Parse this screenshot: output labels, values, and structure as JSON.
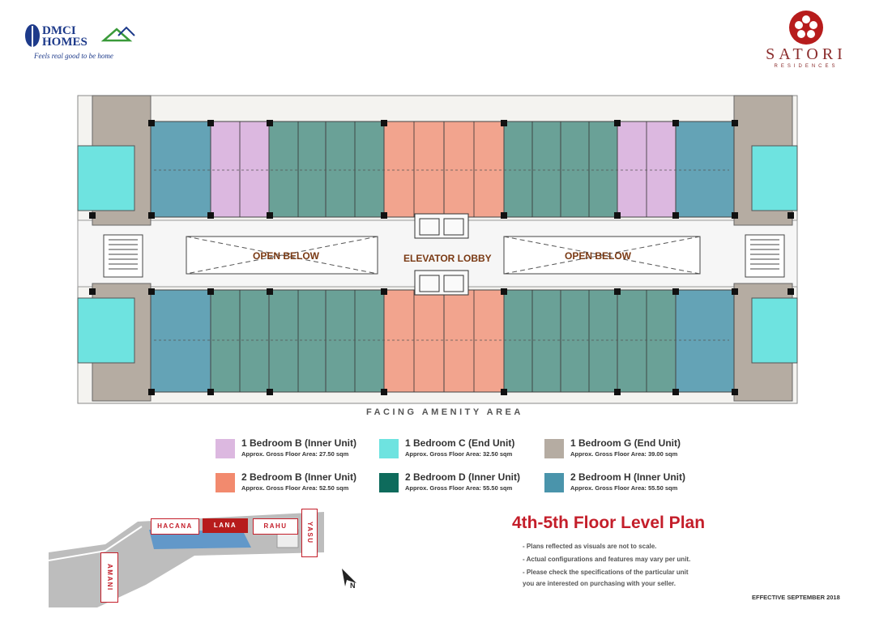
{
  "brand": {
    "dmci_line1": "DMCI",
    "dmci_line2": "HOMES",
    "dmci_tagline": "Feels real good to be home",
    "satori_name": "SATORI",
    "satori_sub": "RESIDENCES"
  },
  "plan": {
    "open_below_left": "OPEN BELOW",
    "open_below_right": "OPEN BELOW",
    "elevator_lobby": "ELEVATOR LOBBY",
    "facing": "FACING AMENITY AREA"
  },
  "legend": [
    {
      "title": "1 Bedroom B (Inner Unit)",
      "area": "Approx. Gross Floor Area: 27.50 sqm",
      "color": "#dcb8e0"
    },
    {
      "title": "1 Bedroom C (End Unit)",
      "area": "Approx. Gross Floor Area: 32.50 sqm",
      "color": "#6ee3e0"
    },
    {
      "title": "1 Bedroom G (End Unit)",
      "area": "Approx. Gross Floor Area: 39.00 sqm",
      "color": "#b5aca2"
    },
    {
      "title": "2 Bedroom B (Inner Unit)",
      "area": "Approx. Gross Floor Area: 52.50 sqm",
      "color": "#f28a6e"
    },
    {
      "title": "2 Bedroom D (Inner Unit)",
      "area": "Approx. Gross Floor Area: 55.50 sqm",
      "color": "#0e6b5c"
    },
    {
      "title": "2 Bedroom H (Inner Unit)",
      "area": "Approx. Gross Floor Area: 55.50 sqm",
      "color": "#4a94ab"
    }
  ],
  "site": {
    "hacana": "HACANA",
    "lana": "LANA",
    "rahu": "RAHU",
    "yasu": "YASU",
    "amani": "AMANI",
    "north": "N"
  },
  "info": {
    "title": "4th-5th Floor Level Plan",
    "notes": [
      "- Plans reflected as visuals are not to scale.",
      "- Actual configurations and features may vary per unit.",
      "- Please check the specifications of the particular unit",
      "  you are interested on purchasing with your seller."
    ],
    "effective": "EFFECTIVE SEPTEMBER 2018"
  }
}
